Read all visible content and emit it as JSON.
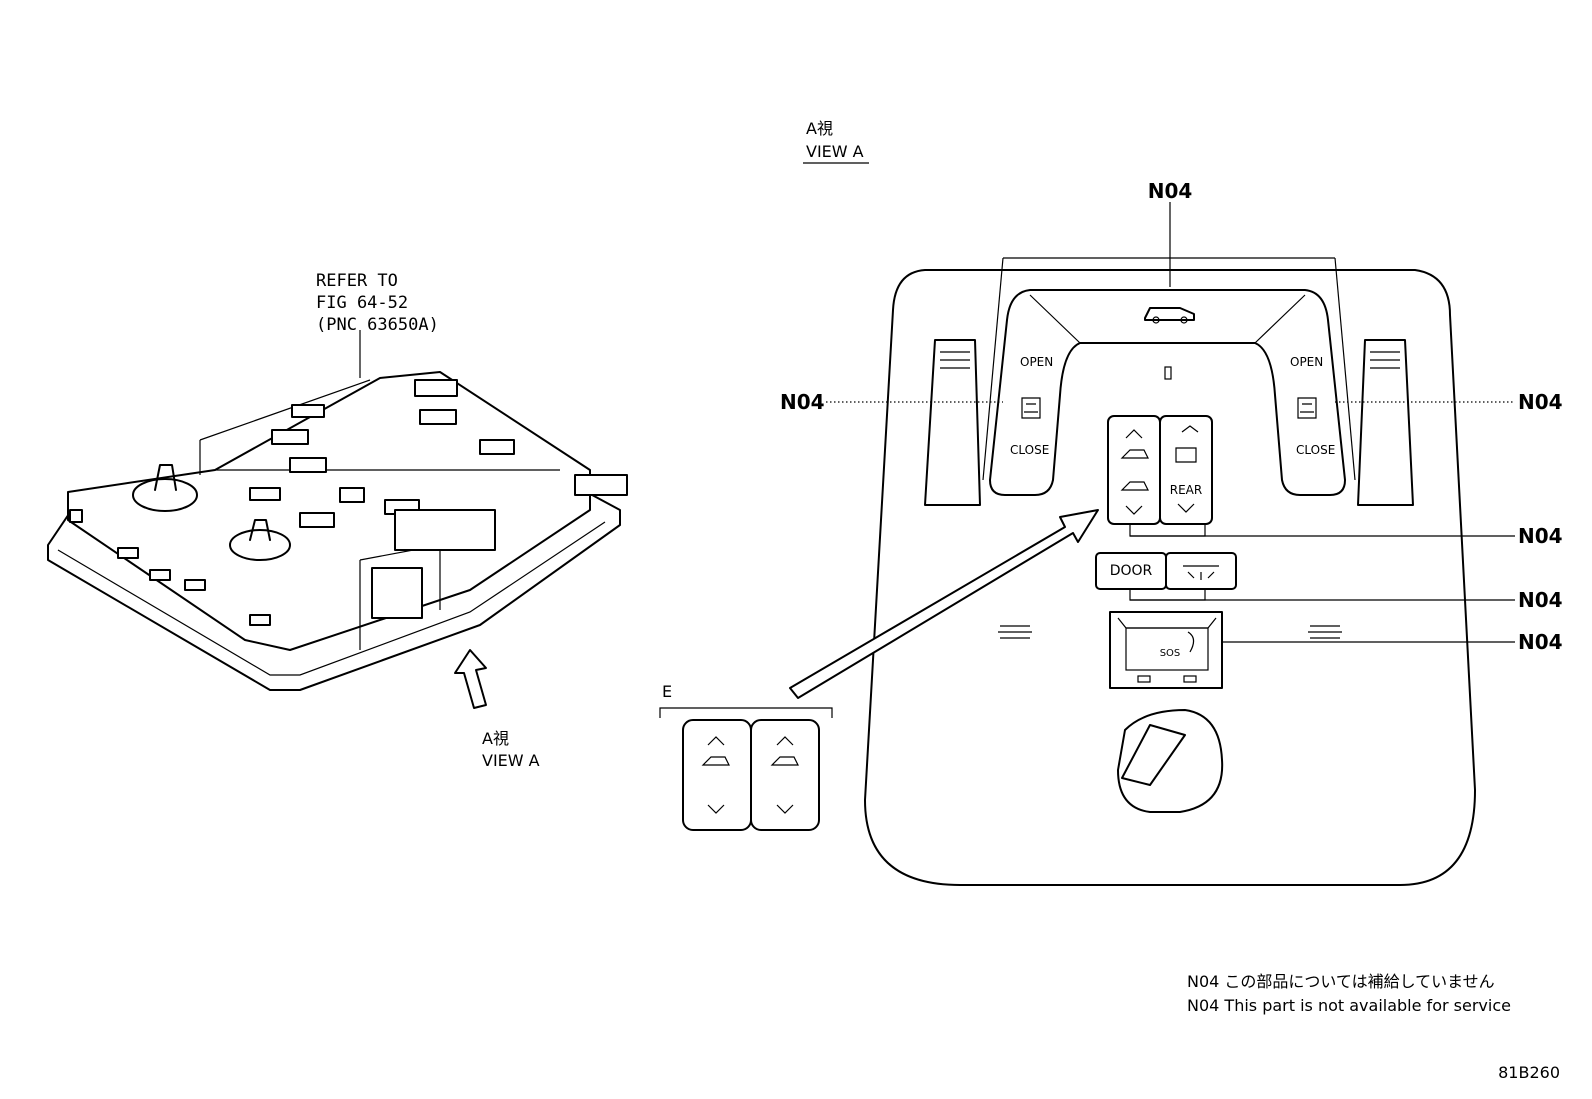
{
  "left_view": {
    "refer_line1": "REFER TO",
    "refer_line2": "FIG 64-52",
    "refer_line3": "(PNC 63650A)",
    "arrow_label_jp": "A視",
    "arrow_label_en": "VIEW A"
  },
  "view_a": {
    "title_jp": "A視",
    "title_en": "VIEW A"
  },
  "callouts": {
    "top": "N04",
    "left": "N04",
    "right": "N04",
    "slide_switch": "N04",
    "door_switch": "N04",
    "sos_switch": "N04"
  },
  "panel": {
    "left_open": "OPEN",
    "left_close": "CLOSE",
    "right_open": "OPEN",
    "right_close": "CLOSE",
    "rear_label": "REAR",
    "door_label": "DOOR",
    "sos_label": "SOS"
  },
  "detail_e": {
    "label": "E"
  },
  "notes": {
    "jp": "N04 この部品については補給していません",
    "en": "N04 This part is not available for service"
  },
  "figure_code": "81B260"
}
